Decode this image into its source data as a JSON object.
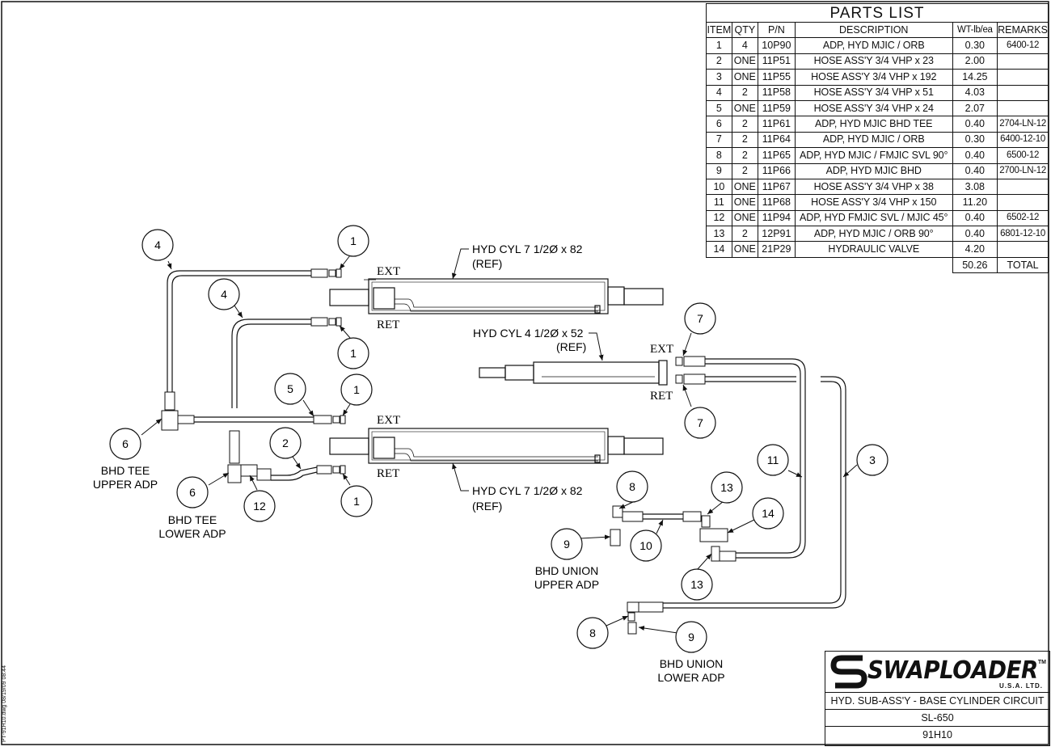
{
  "parts_list": {
    "title": "PARTS LIST",
    "headers": [
      "ITEM",
      "QTY",
      "P/N",
      "DESCRIPTION",
      "WT-lb/ea",
      "REMARKS"
    ],
    "rows": [
      [
        "1",
        "4",
        "10P90",
        "ADP, HYD MJIC / ORB",
        "0.30",
        "6400-12"
      ],
      [
        "2",
        "ONE",
        "11P51",
        "HOSE ASS'Y 3/4 VHP x 23",
        "2.00",
        ""
      ],
      [
        "3",
        "ONE",
        "11P55",
        "HOSE ASS'Y 3/4 VHP x 192",
        "14.25",
        ""
      ],
      [
        "4",
        "2",
        "11P58",
        "HOSE ASS'Y 3/4 VHP x 51",
        "4.03",
        ""
      ],
      [
        "5",
        "ONE",
        "11P59",
        "HOSE ASS'Y 3/4 VHP x 24",
        "2.07",
        ""
      ],
      [
        "6",
        "2",
        "11P61",
        "ADP, HYD MJIC BHD TEE",
        "0.40",
        "2704-LN-12"
      ],
      [
        "7",
        "2",
        "11P64",
        "ADP, HYD MJIC / ORB",
        "0.30",
        "6400-12-10"
      ],
      [
        "8",
        "2",
        "11P65",
        "ADP, HYD MJIC / FMJIC SVL 90°",
        "0.40",
        "6500-12"
      ],
      [
        "9",
        "2",
        "11P66",
        "ADP, HYD MJIC BHD",
        "0.40",
        "2700-LN-12"
      ],
      [
        "10",
        "ONE",
        "11P67",
        "HOSE ASS'Y 3/4 VHP x 38",
        "3.08",
        ""
      ],
      [
        "11",
        "ONE",
        "11P68",
        "HOSE ASS'Y 3/4 VHP x 150",
        "11.20",
        ""
      ],
      [
        "12",
        "ONE",
        "11P94",
        "ADP, HYD FMJIC SVL / MJIC 45°",
        "0.40",
        "6502-12"
      ],
      [
        "13",
        "2",
        "12P91",
        "ADP, HYD MJIC / ORB 90°",
        "0.40",
        "6801-12-10"
      ],
      [
        "14",
        "ONE",
        "21P29",
        "HYDRAULIC VALVE",
        "4.20",
        ""
      ]
    ],
    "total_weight": "50.26",
    "total_label": "TOTAL"
  },
  "title_block": {
    "company": "SWAPLOADER",
    "company_sub": "U.S.A.  LTD.",
    "trademark": "TM",
    "title": "HYD. SUB-ASS'Y - BASE CYLINDER CIRCUIT",
    "model": "SL-650",
    "drawing_no": "91H10"
  },
  "file_stamp": "PT-91H10.dwg   08/19/09  08:44",
  "drawing": {
    "cyl_upper_label_1": "HYD CYL 7 1/2Ø x 82",
    "cyl_upper_label_2": "(REF)",
    "cyl_lower_label_1": "HYD CYL 7 1/2Ø x 82",
    "cyl_lower_label_2": "(REF)",
    "cyl_small_label_1": "HYD CYL 4 1/2Ø x 52",
    "cyl_small_label_2": "(REF)",
    "ext": "EXT",
    "ret": "RET",
    "bhd_tee_upper_1": "BHD TEE",
    "bhd_tee_upper_2": "UPPER ADP",
    "bhd_tee_lower_1": "BHD TEE",
    "bhd_tee_lower_2": "LOWER ADP",
    "bhd_union_upper_1": "BHD UNION",
    "bhd_union_upper_2": "UPPER ADP",
    "bhd_union_lower_1": "BHD UNION",
    "bhd_union_lower_2": "LOWER ADP",
    "callouts": [
      "1",
      "1",
      "1",
      "1",
      "2",
      "3",
      "4",
      "4",
      "5",
      "6",
      "6",
      "7",
      "7",
      "8",
      "8",
      "9",
      "9",
      "10",
      "11",
      "12",
      "13",
      "13",
      "14"
    ]
  }
}
